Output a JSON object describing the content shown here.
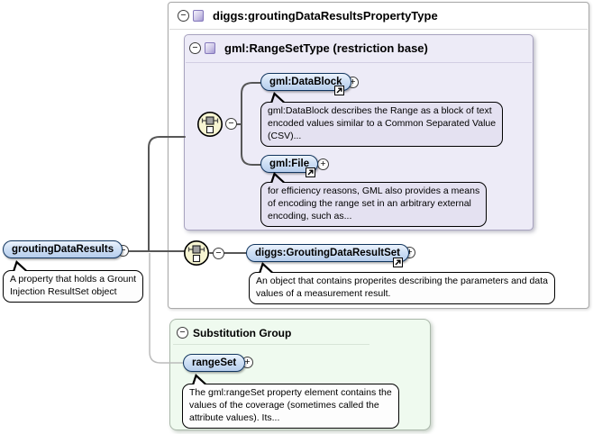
{
  "diagram": {
    "glyphs": {
      "collapse": "−",
      "expand": "+"
    },
    "root": {
      "label": "groutingDataResults",
      "annotation_lines": [
        "A property that holds a Grount",
        "Injection ResultSet object"
      ]
    },
    "property_type": {
      "title": "diggs:groutingDataResultsPropertyType"
    },
    "range_set_type": {
      "title": "gml:RangeSetType (restriction base)"
    },
    "data_block": {
      "label": "gml:DataBlock",
      "annotation_lines": [
        "gml:DataBlock describes the Range as a block of text",
        "encoded values similar to a Common Separated Value",
        "(CSV)..."
      ]
    },
    "file": {
      "label": "gml:File",
      "annotation_lines": [
        "for efficiency reasons, GML also provides a means",
        "of encoding the range set in an arbitrary external",
        "encoding, such as..."
      ]
    },
    "result_set": {
      "label": "diggs:GroutingDataResultSet",
      "annotation_lines": [
        "An object that contains properites describing the parameters and data",
        "values of a measurement result."
      ]
    },
    "substitution_group": {
      "title": "Substitution Group"
    },
    "range_set": {
      "label": "rangeSet",
      "annotation_lines": [
        "The gml:rangeSet property element contains the",
        "values of the coverage (sometimes called the",
        "attribute values). Its..."
      ]
    },
    "colors": {
      "element_fill_top": "#ecf3fc",
      "element_fill_bottom": "#b6cdec",
      "element_border": "#12365f",
      "type_box_fill": "#edebf7",
      "annotation_fill_lavender": "#e4e1f1",
      "substitution_group_fill": "#effaef",
      "compositor_fill": "#f7f5d2",
      "connector": "#575757"
    }
  }
}
